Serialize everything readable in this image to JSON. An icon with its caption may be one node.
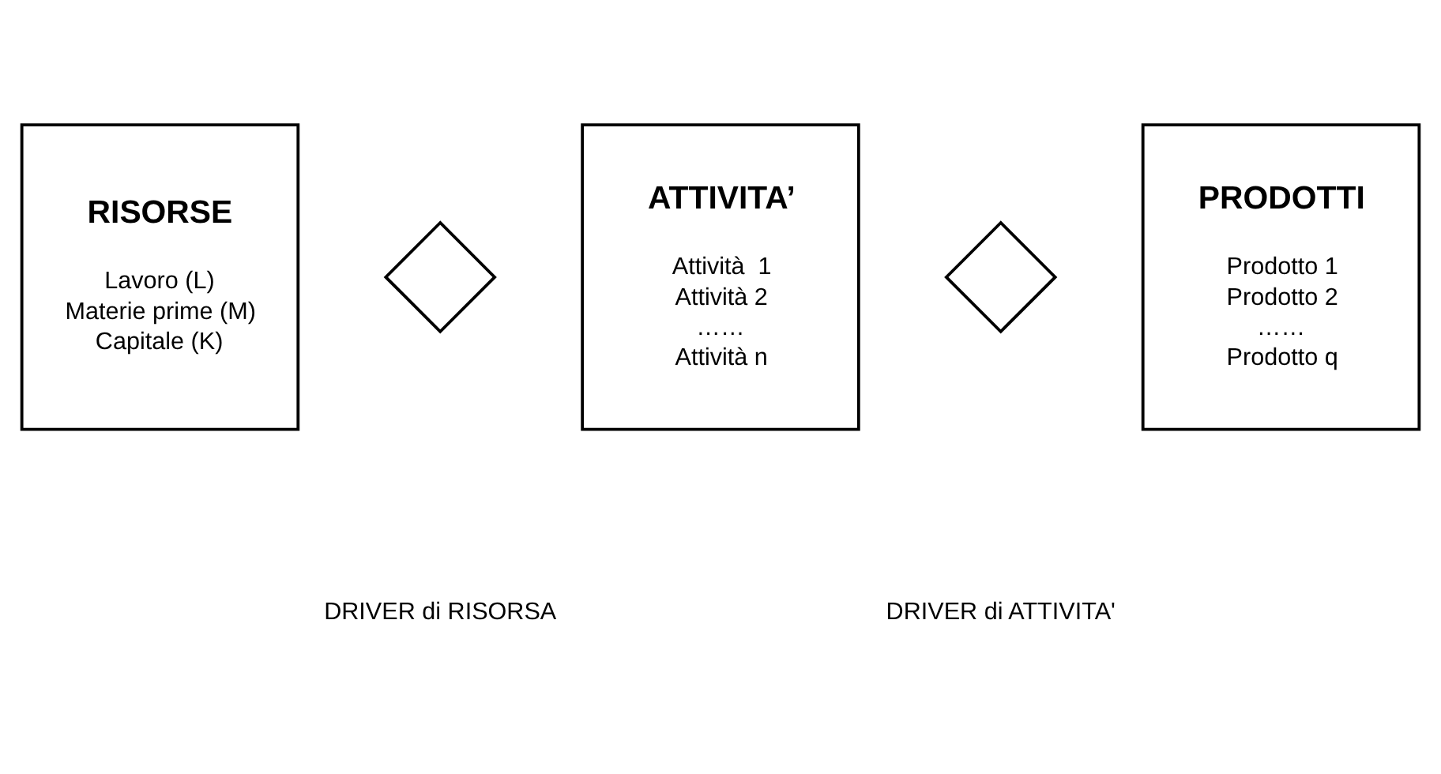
{
  "diagram": {
    "nodes": [
      {
        "text": [
          "RISORSE",
          "Lavoro (L)",
          "Materie prime (M)",
          "Capitale (K)"
        ]
      },
      {
        "text": [],
        "shape": "diamond"
      },
      {
        "text": [
          "ATTIVITA’",
          "Attività  1",
          "Attività 2",
          "……",
          "Attività n"
        ]
      },
      {
        "text": [],
        "shape": "diamond"
      },
      {
        "text": [
          "PRODOTTI",
          "Prodotto 1",
          "Prodotto 2",
          "……",
          "Prodotto q"
        ]
      }
    ],
    "edges": [],
    "labels": [
      "DRIVER di RISORSA",
      "DRIVER di ATTIVITA'"
    ]
  }
}
